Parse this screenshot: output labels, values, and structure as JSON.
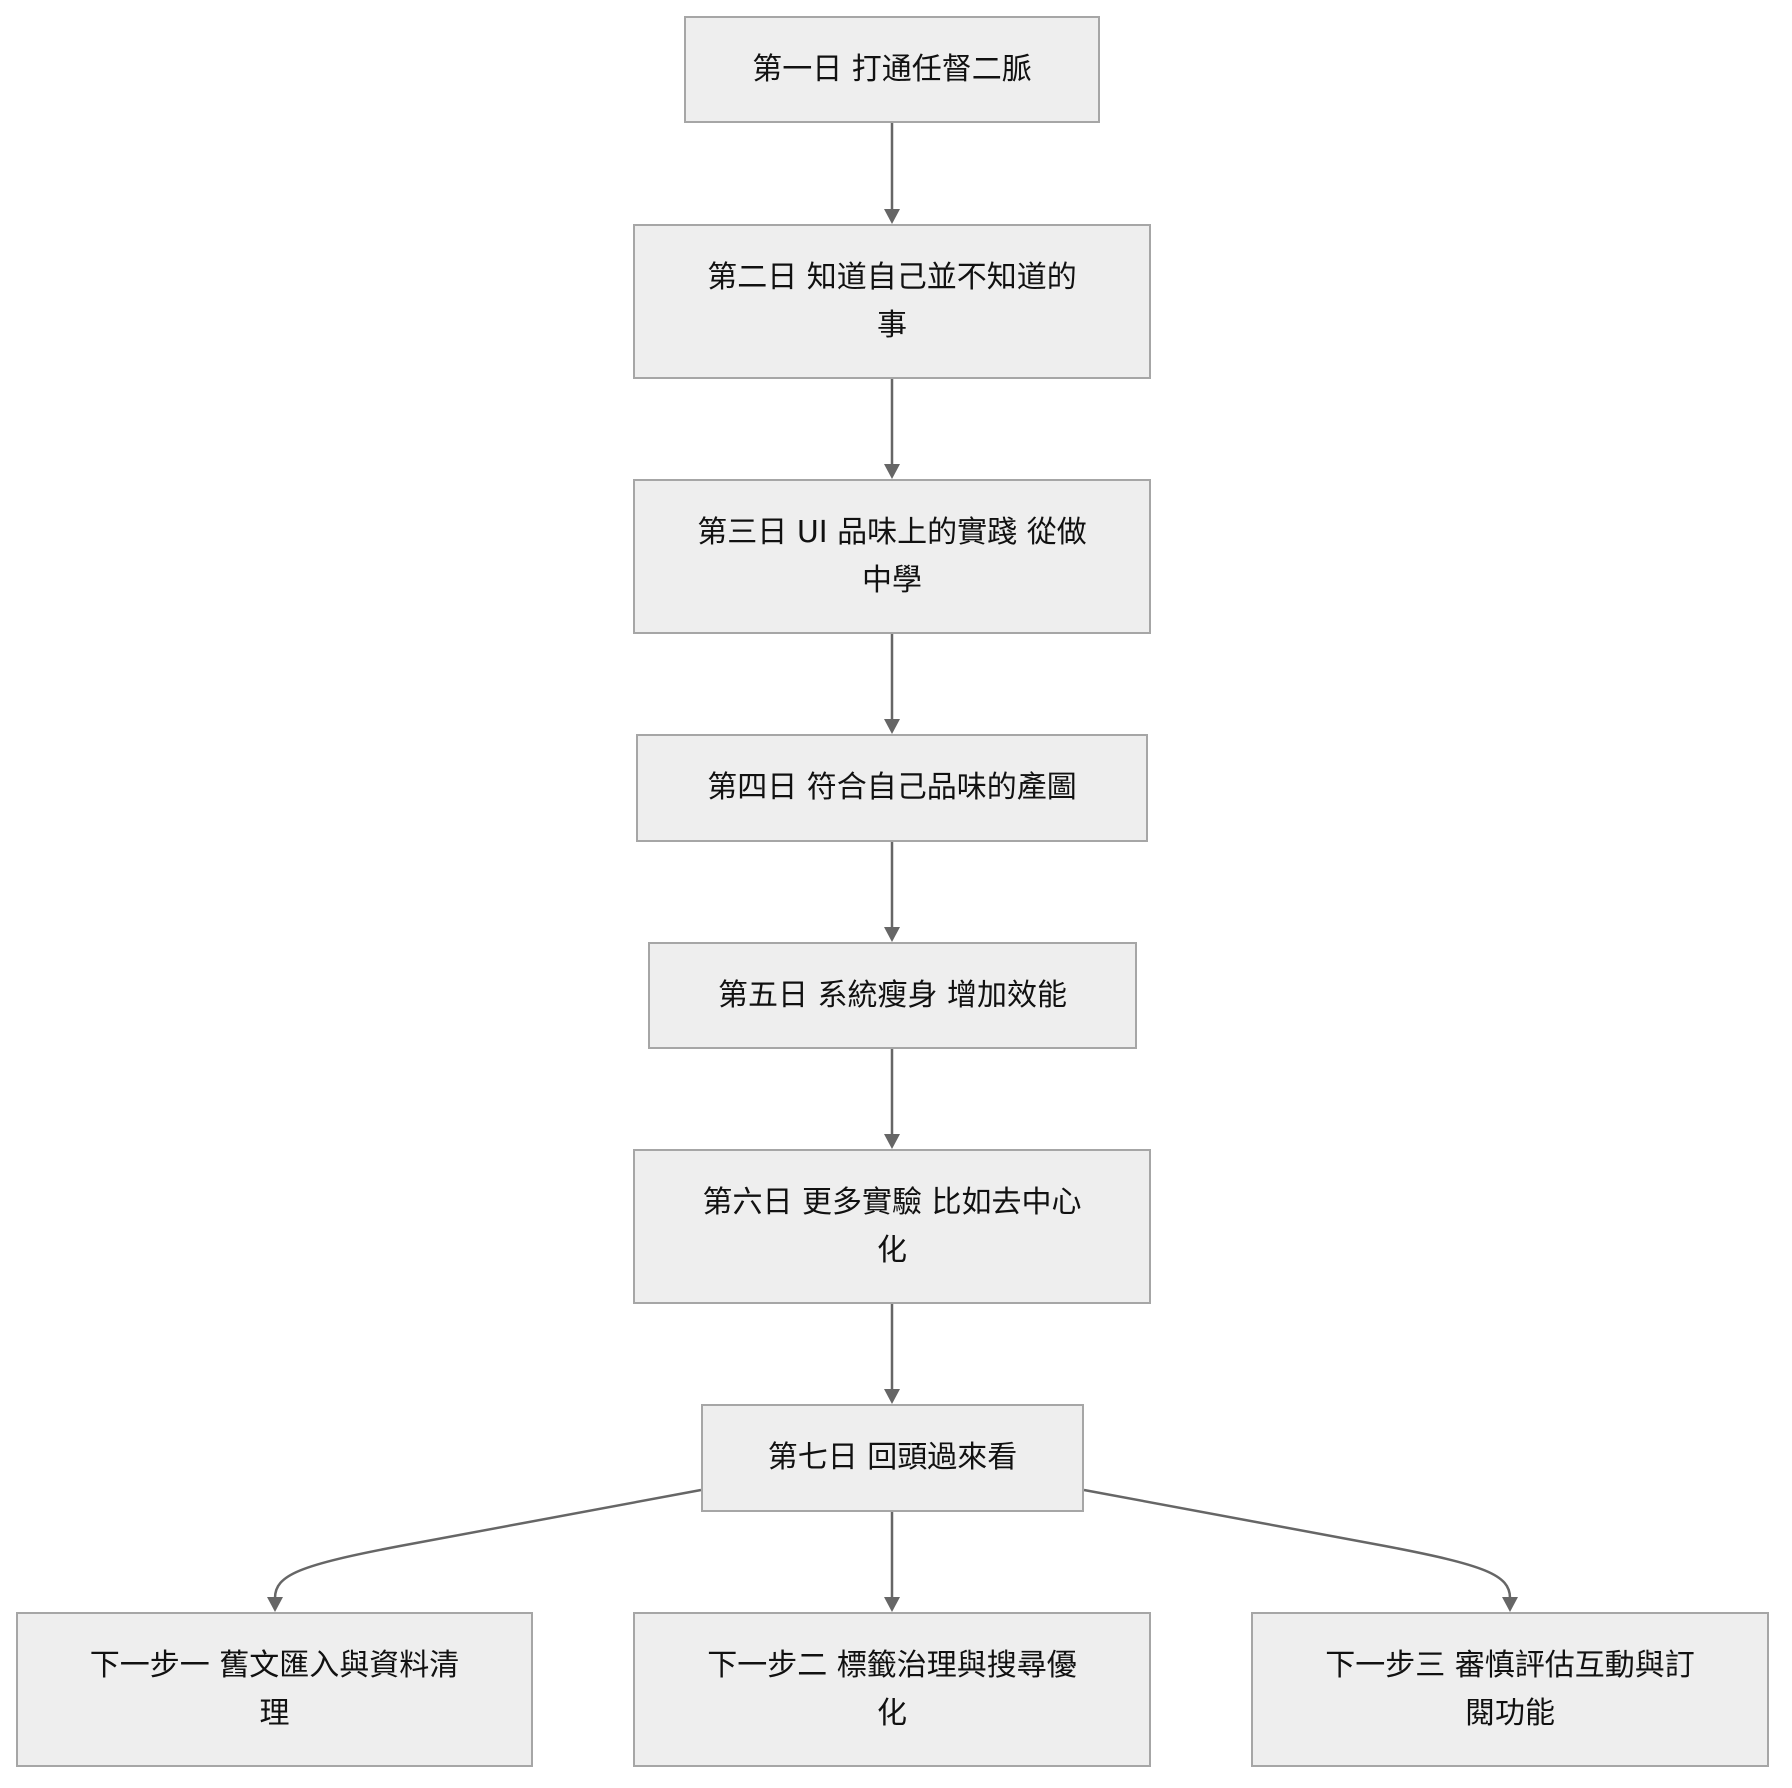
{
  "diagram": {
    "type": "flowchart",
    "direction": "top-down",
    "colors": {
      "node_fill": "#eeeeee",
      "node_border": "#a6a6a6",
      "edge": "#666666",
      "text": "#111111",
      "background": "#ffffff"
    },
    "nodes": [
      {
        "id": "day1",
        "label": "第一日 打通任督二脈"
      },
      {
        "id": "day2",
        "label": "第二日 知道自己並不知道的事"
      },
      {
        "id": "day3",
        "label": "第三日 UI 品味上的實踐 從做中學"
      },
      {
        "id": "day4",
        "label": "第四日 符合自己品味的產圖"
      },
      {
        "id": "day5",
        "label": "第五日 系統瘦身 增加效能"
      },
      {
        "id": "day6",
        "label": "第六日 更多實驗 比如去中心化"
      },
      {
        "id": "day7",
        "label": "第七日 回頭過來看"
      },
      {
        "id": "next1",
        "label": "下一步一 舊文匯入與資料清理"
      },
      {
        "id": "next2",
        "label": "下一步二 標籤治理與搜尋優化"
      },
      {
        "id": "next3",
        "label": "下一步三 審慎評估互動與訂閱功能"
      }
    ],
    "edges": [
      {
        "from": "day1",
        "to": "day2"
      },
      {
        "from": "day2",
        "to": "day3"
      },
      {
        "from": "day3",
        "to": "day4"
      },
      {
        "from": "day4",
        "to": "day5"
      },
      {
        "from": "day5",
        "to": "day6"
      },
      {
        "from": "day6",
        "to": "day7"
      },
      {
        "from": "day7",
        "to": "next1"
      },
      {
        "from": "day7",
        "to": "next2"
      },
      {
        "from": "day7",
        "to": "next3"
      }
    ]
  }
}
